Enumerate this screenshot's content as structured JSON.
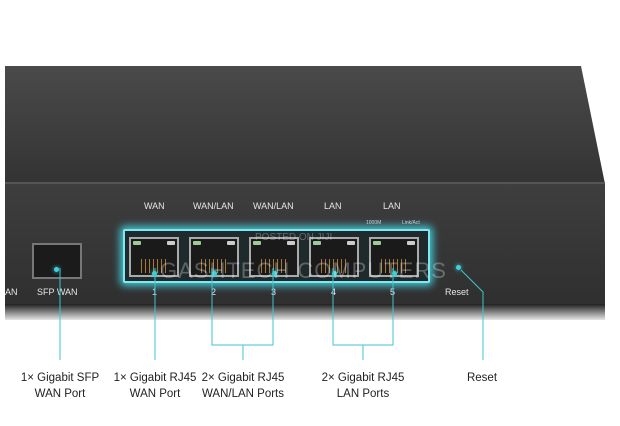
{
  "device": {
    "top_port_labels": [
      "WAN",
      "WAN/LAN",
      "WAN/LAN",
      "LAN",
      "LAN"
    ],
    "led_labels": [
      "1000M",
      "Link/Act"
    ],
    "port_numbers": [
      "1",
      "2",
      "3",
      "4",
      "5"
    ],
    "sfp_label": "SFP WAN",
    "left_cut_label": "AN",
    "reset_label": "Reset"
  },
  "callouts": [
    {
      "line1": "1× Gigabit SFP",
      "line2": "WAN Port"
    },
    {
      "line1": "1× Gigabit RJ45",
      "line2": "WAN Port"
    },
    {
      "line1": "2× Gigabit RJ45",
      "line2": "WAN/LAN Ports"
    },
    {
      "line1": "2× Gigabit RJ45",
      "line2": "LAN Ports"
    },
    {
      "line1": "Reset",
      "line2": ""
    }
  ],
  "watermark": {
    "main": "GASHTECH COMPUTERS",
    "small": "POSTED ON JIJI"
  },
  "colors": {
    "accent": "#43c6d3",
    "body": "#3a3a3a"
  }
}
